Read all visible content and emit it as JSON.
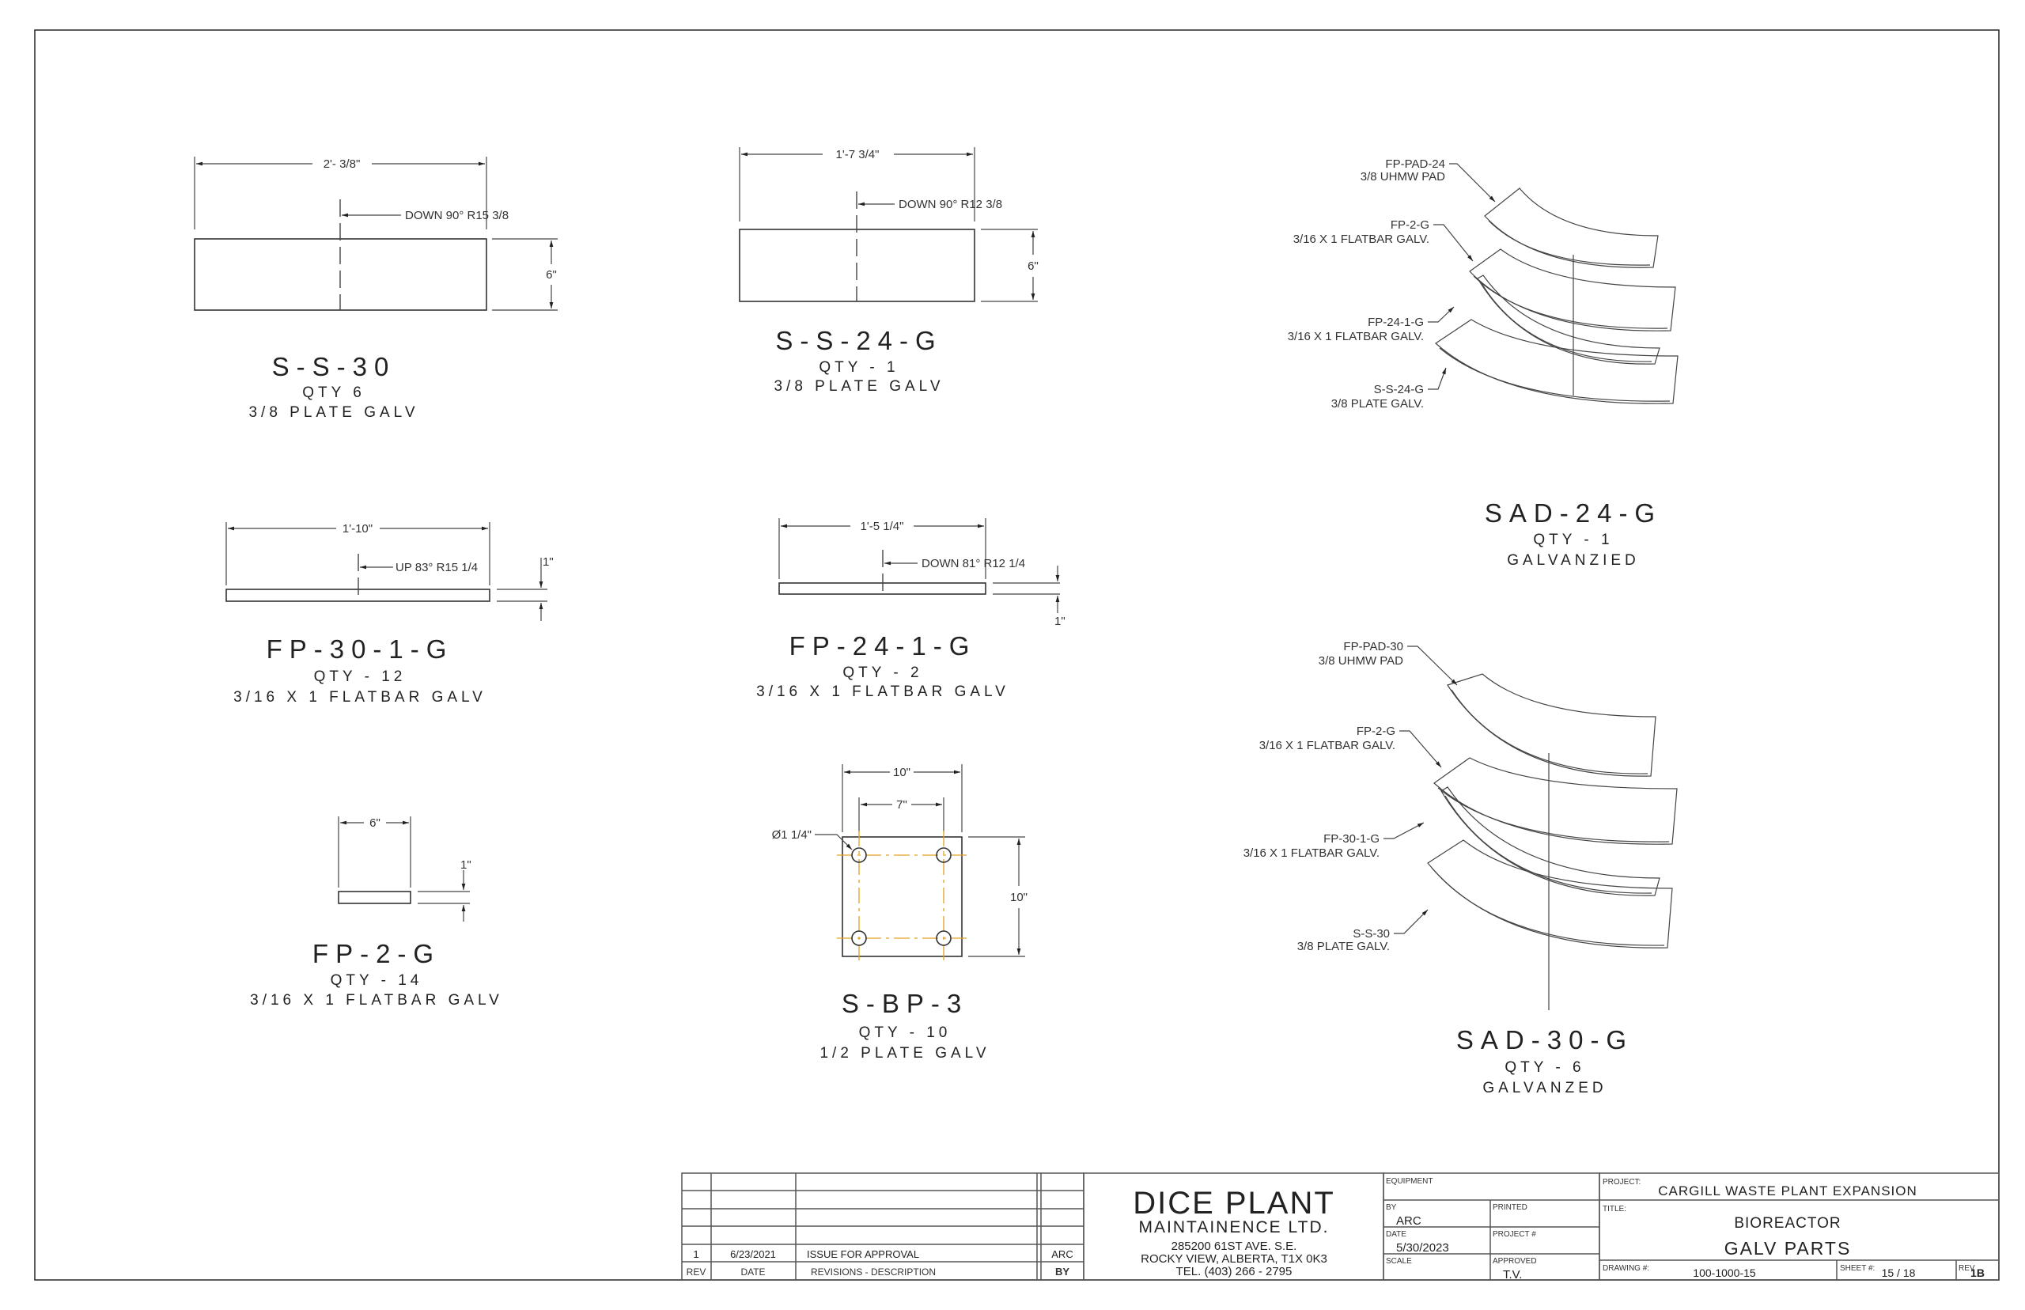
{
  "parts": {
    "ss30": {
      "name": "S-S-30",
      "qty": "QTY 6",
      "material": "3/8 PLATE GALV",
      "length": "2'- 3/8\"",
      "bend": "DOWN 90° R15 3/8",
      "width": "6\""
    },
    "ss24g": {
      "name": "S-S-24-G",
      "qty": "QTY - 1",
      "material": "3/8 PLATE GALV",
      "length": "1'-7 3/4\"",
      "bend": "DOWN 90° R12 3/8",
      "width": "6\""
    },
    "fp301g": {
      "name": "FP-30-1-G",
      "qty": "QTY - 12",
      "material": "3/16 X 1 FLATBAR GALV",
      "length": "1'-10\"",
      "bend": "UP 83° R15 1/4",
      "width": "1\""
    },
    "fp241g": {
      "name": "FP-24-1-G",
      "qty": "QTY - 2",
      "material": "3/16 X 1 FLATBAR GALV",
      "length": "1'-5 1/4\"",
      "bend": "DOWN 81° R12 1/4",
      "width": "1\""
    },
    "fp2g": {
      "name": "FP-2-G",
      "qty": "QTY - 14",
      "material": "3/16 X 1 FLATBAR GALV",
      "length": "6\"",
      "width": "1\""
    },
    "sbp3": {
      "name": "S-BP-3",
      "qty": "QTY - 10",
      "material": "1/2 PLATE GALV",
      "width": "10\"",
      "hole_spacing": "7\"",
      "height": "10\"",
      "hole": "Ø1 1/4\""
    }
  },
  "assemblies": {
    "sad24g": {
      "name": "SAD-24-G",
      "qty": "QTY - 1",
      "material": "GALVANZIED",
      "callouts": [
        {
          "part": "FP-PAD-24",
          "desc": "3/8  UHMW PAD"
        },
        {
          "part": "FP-2-G",
          "desc": "3/16 X 1 FLATBAR GALV."
        },
        {
          "part": "FP-24-1-G",
          "desc": "3/16 X 1 FLATBAR GALV."
        },
        {
          "part": "S-S-24-G",
          "desc": "3/8 PLATE GALV."
        }
      ]
    },
    "sad30g": {
      "name": "SAD-30-G",
      "qty": "QTY - 6",
      "material": "GALVANZED",
      "callouts": [
        {
          "part": "FP-PAD-30",
          "desc": "3/8 UHMW PAD"
        },
        {
          "part": "FP-2-G",
          "desc": "3/16 X 1 FLATBAR GALV."
        },
        {
          "part": "FP-30-1-G",
          "desc": "3/16 X 1 FLATBAR GALV."
        },
        {
          "part": "S-S-30",
          "desc": "3/8 PLATE GALV."
        }
      ]
    }
  },
  "title_block": {
    "revisions": {
      "rows": [
        {
          "rev": "1",
          "date": "6/23/2021",
          "description": "ISSUE FOR APPROVAL",
          "by": "ARC"
        }
      ],
      "headers": {
        "rev": "REV",
        "date": "DATE",
        "description": "REVISIONS - DESCRIPTION",
        "by": "BY"
      }
    },
    "company": {
      "name": "DICE PLANT",
      "name2": "MAINTAINENCE LTD.",
      "address1": "285200 61ST AVE. S.E.",
      "address2": "ROCKY VIEW, ALBERTA, T1X 0K3",
      "phone": "TEL. (403) 266 - 2795"
    },
    "labels": {
      "equipment": "EQUIPMENT",
      "by": "BY",
      "printed": "PRINTED",
      "date": "DATE",
      "project_no": "PROJECT #",
      "scale": "SCALE",
      "approved": "APPROVED",
      "project": "PROJECT:",
      "title": "TITLE:",
      "drawing": "DRAWING #:",
      "sheet": "SHEET #:",
      "rev": "REV"
    },
    "values": {
      "by": "ARC",
      "date": "5/30/2023",
      "approved": "T.V.",
      "project": "CARGILL WASTE PLANT EXPANSION",
      "title1": "BIOREACTOR",
      "title2": "GALV PARTS",
      "drawing": "100-1000-15",
      "sheet": "15 / 18",
      "rev": "1B"
    }
  }
}
